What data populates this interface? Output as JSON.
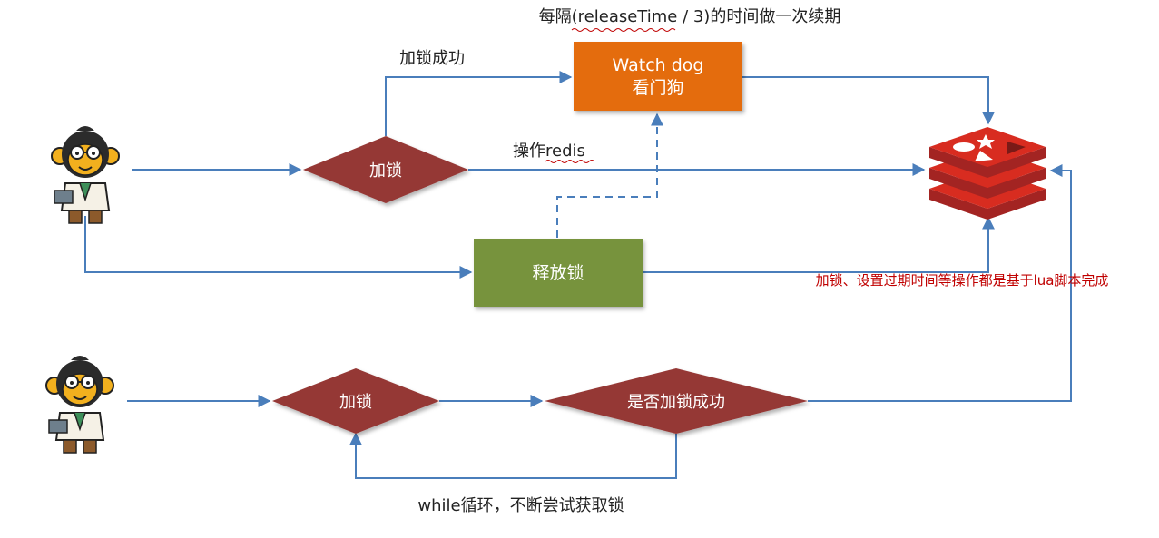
{
  "top_note": "每隔(releaseTime / 3)的时间做一次续期",
  "watchdog": {
    "line1": "Watch dog",
    "line2": "看门狗"
  },
  "labels": {
    "lock_success": "加锁成功",
    "operate_prefix": "操作",
    "operate_redis": "redis",
    "lua_note": "加锁、设置过期时间等操作都是基于lua脚本完成",
    "while_loop": "while循环，不断尝试获取锁"
  },
  "nodes": {
    "lock_top": "加锁",
    "release": "释放锁",
    "lock_bottom": "加锁",
    "check_success": "是否加锁成功"
  },
  "colors": {
    "arrow": "#4a7ebb",
    "diamond": "#953735",
    "watchdog": "#e46c0a",
    "release": "#77933c",
    "lua_note": "#c00000",
    "redis_red": "#d82c20"
  },
  "icons": {
    "user_top": "monkey-programmer-icon",
    "user_bottom": "monkey-programmer-icon",
    "redis": "redis-logo-icon"
  }
}
